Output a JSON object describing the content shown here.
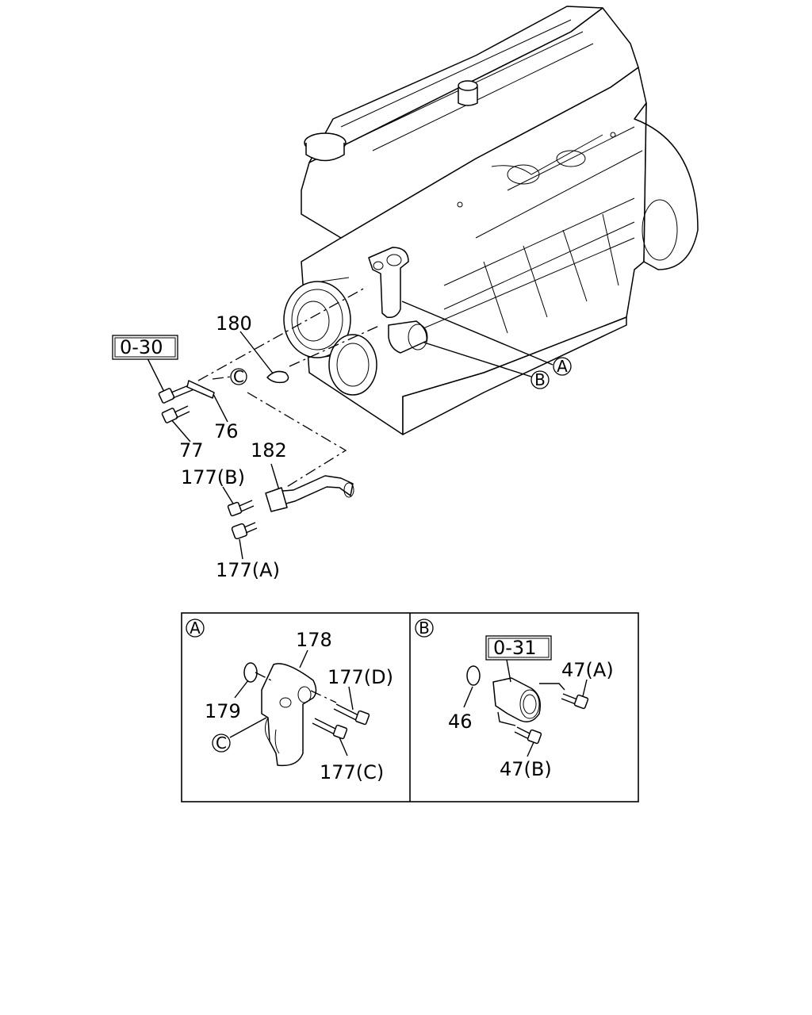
{
  "labels": {
    "p180": "180",
    "box_main": "0-30",
    "p76": "76",
    "p77": "77",
    "p182": "182",
    "p177b": "177(B)",
    "p177a": "177(A)",
    "p178": "178",
    "p177d": "177(D)",
    "p179": "179",
    "p177c": "177(C)",
    "box_b": "0-31",
    "p47a": "47(A)",
    "p46": "46",
    "p47b": "47(B)"
  },
  "refs": {
    "A": "A",
    "B": "B",
    "C": "C"
  },
  "detail_panels": {
    "panel_a": "A",
    "panel_b": "B"
  }
}
